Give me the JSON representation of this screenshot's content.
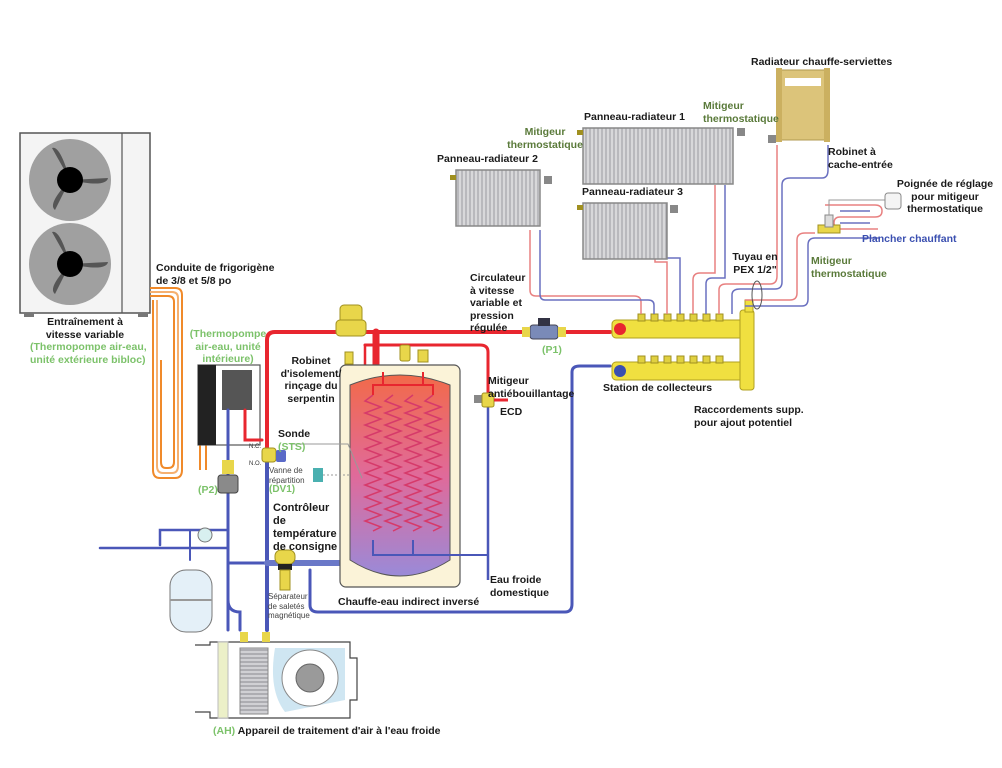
{
  "labels": {
    "outdoor_unit": {
      "line1": "Entraînement à",
      "line2": "vitesse variable",
      "sub1": "(Thermopompe air-eau,",
      "sub2": "unité extérieure bibloc)"
    },
    "refrigerant_line": {
      "line1": "Conduite de frigorigène",
      "line2": "de 3/8 et 5/8 po"
    },
    "indoor_unit": {
      "line1": "(Thermopompe",
      "line2": "air-eau, unité",
      "line3": "intérieure)"
    },
    "isolation_valve": {
      "line1": "Robinet",
      "line2": "d'isolement/",
      "line3": "rinçage du",
      "line4": "serpentin"
    },
    "sensor": {
      "title": "Sonde",
      "code": "(STS)"
    },
    "diverter_valve": {
      "line1": "Vanne de",
      "line2": "répartition",
      "code": "(DV1)"
    },
    "nc": "N.C.",
    "no": "N.O.",
    "p2": "(P2)",
    "setpoint_controller": {
      "line1": "Contrôleur",
      "line2": "de",
      "line3": "température",
      "line4": "de consigne"
    },
    "dirt_separator": {
      "line1": "Séparateur",
      "line2": "de saletés",
      "line3": "magnétique"
    },
    "water_heater": "Chauffe-eau indirect inversé",
    "cold_water": {
      "line1": "Eau froide",
      "line2": "domestique"
    },
    "anti_scald": {
      "line1": "Mitigeur",
      "line2": "antiébouillantage"
    },
    "dhw": "ECD",
    "circulator": {
      "line1": "Circulateur",
      "line2": "à vitesse",
      "line3": "variable et",
      "line4": "pression",
      "line5": "régulée"
    },
    "p1": "(P1)",
    "manifold_station": "Station de collecteurs",
    "extra_connections": {
      "line1": "Raccordements supp.",
      "line2": "pour ajout potentiel"
    },
    "panel_radiator_1": "Panneau-radiateur 1",
    "panel_radiator_2": "Panneau-radiateur 2",
    "panel_radiator_3": "Panneau-radiateur 3",
    "thermostatic_valve_a": {
      "line1": "Mitigeur",
      "line2": "thermostatique"
    },
    "thermostatic_valve_b": {
      "line1": "Mitigeur",
      "line2": "thermostatique"
    },
    "thermostatic_valve_c": {
      "line1": "Mitigeur",
      "line2": "thermostatique"
    },
    "towel_radiator": "Radiateur chauffe-serviettes",
    "lockshield_valve": {
      "line1": "Robinet à",
      "line2": "cache-entrée"
    },
    "adjust_knob": {
      "line1": "Poignée de réglage",
      "line2": "pour mitigeur",
      "line3": "thermostatique"
    },
    "radiant_floor": "Plancher chauffant",
    "pex_tube": {
      "line1": "Tuyau en",
      "line2": "PEX 1/2\""
    },
    "air_handler_code": "(AH)",
    "air_handler": "Appareil de traitement d'air à l'eau froide"
  },
  "colors": {
    "supply_hot": "#e8262f",
    "return_cold": "#4a57b8",
    "refrigerant": "#f08a2a",
    "brass": "#e8d64a",
    "label_green": "#7cc26a",
    "label_dark_green": "#5a7a3a",
    "floor_blue": "#3a4fb0"
  }
}
